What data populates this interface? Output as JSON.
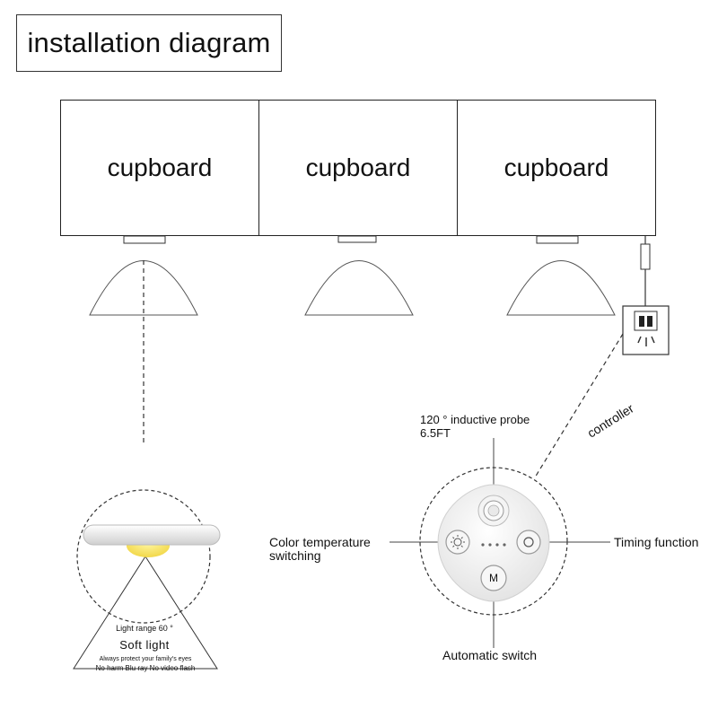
{
  "title": "installation diagram",
  "cupboards": [
    "cupboard",
    "cupboard",
    "cupboard"
  ],
  "light_detail": {
    "range": "Light range 60 °",
    "name": "Soft light",
    "note1": "Always protect your family's eyes",
    "note2": "No harm Blu ray No video flash"
  },
  "controller": {
    "label": "controller",
    "probe_line1": "120 ° inductive probe",
    "probe_line2": "6.5FT",
    "color_temp_line1": "Color temperature",
    "color_temp_line2": "switching",
    "timing": "Timing function",
    "auto_switch": "Automatic switch",
    "mode_button": "M"
  },
  "colors": {
    "line": "#222222",
    "warm_glow": "#f2e070",
    "device_body": "#eeeeee"
  }
}
